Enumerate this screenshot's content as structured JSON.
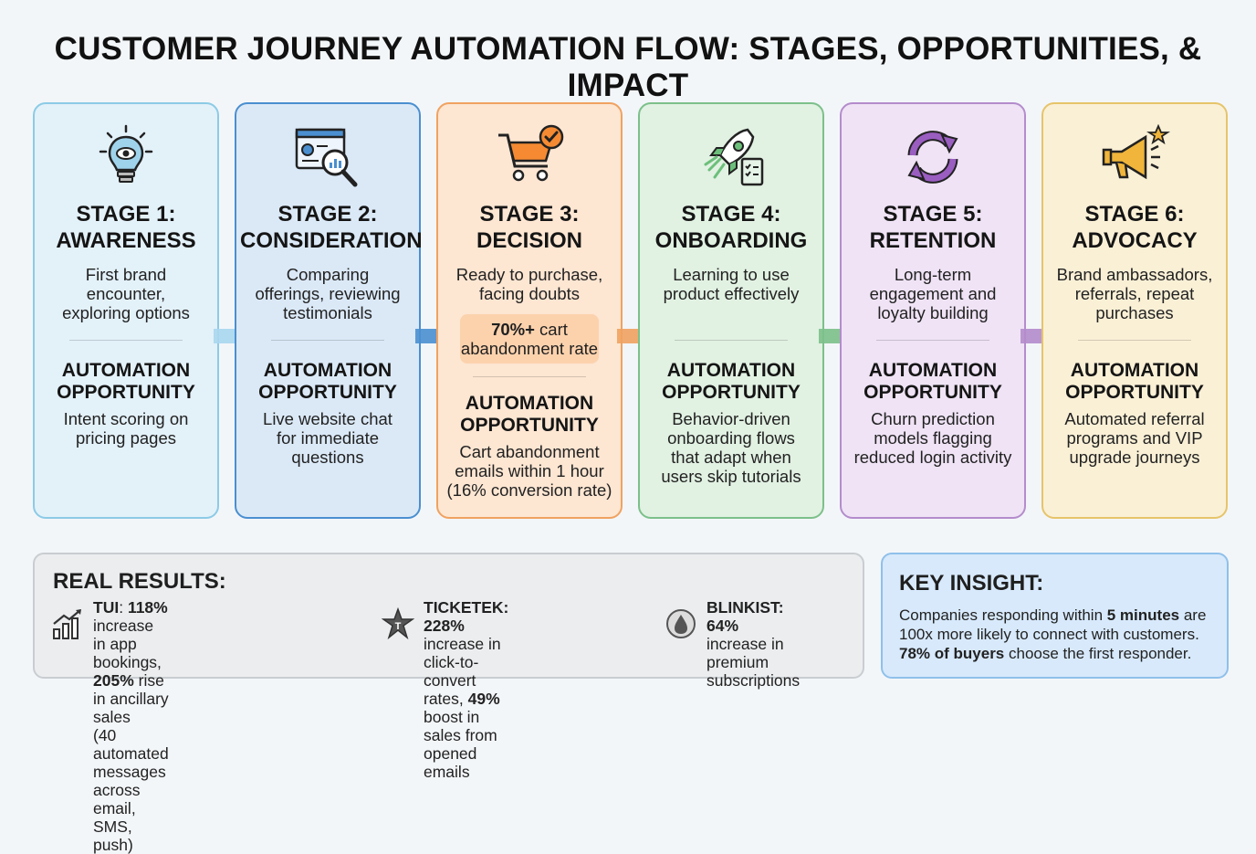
{
  "title": "CUSTOMER JOURNEY AUTOMATION FLOW: STAGES, OPPORTUNITIES, & IMPACT",
  "automation_heading_line1": "AUTOMATION",
  "automation_heading_line2": "OPPORTUNITY",
  "stages": [
    {
      "line1": "STAGE 1:",
      "line2": "AWARENESS",
      "desc": [
        "First brand",
        "encounter,",
        "exploring options"
      ],
      "auto": [
        "Intent scoring on",
        "pricing pages"
      ],
      "icon": "lightbulb-eye-icon",
      "color": "#8ccbe6",
      "bg": "#e3f1f9"
    },
    {
      "line1": "STAGE 2:",
      "line2": "CONSIDERATION",
      "desc": [
        "Comparing",
        "offerings, reviewing",
        "testimonials"
      ],
      "auto": [
        "Live website chat",
        "for immediate",
        "questions"
      ],
      "icon": "magnifier-chart-icon",
      "color": "#4a8fd0",
      "bg": "#dbe9f7"
    },
    {
      "line1": "STAGE 3:",
      "line2": "DECISION",
      "desc": [
        "Ready to purchase,",
        "facing doubts"
      ],
      "stat_bold": "70%+",
      "stat_rest": " cart",
      "stat_line2": "abandonment rate",
      "auto": [
        "Cart abandonment",
        "emails within 1 hour",
        "(16% conversion rate)"
      ],
      "icon": "shopping-cart-check-icon",
      "color": "#f0a260",
      "bg": "#fde6d2"
    },
    {
      "line1": "STAGE 4:",
      "line2": "ONBOARDING",
      "desc": [
        "Learning to use",
        "product effectively"
      ],
      "auto": [
        "Behavior-driven",
        "onboarding flows",
        "that adapt when",
        "users skip tutorials"
      ],
      "icon": "rocket-checklist-icon",
      "color": "#7cc08a",
      "bg": "#e1f1e2"
    },
    {
      "line1": "STAGE 5:",
      "line2": "RETENTION",
      "desc": [
        "Long-term",
        "engagement and",
        "loyalty building"
      ],
      "auto": [
        "Churn prediction",
        "models flagging",
        "reduced login activity"
      ],
      "icon": "refresh-cycle-icon",
      "color": "#b48ccc",
      "bg": "#efe3f5"
    },
    {
      "line1": "STAGE 6:",
      "line2": "ADVOCACY",
      "desc": [
        "Brand ambassadors,",
        "referrals, repeat",
        "purchases"
      ],
      "auto": [
        "Automated referral",
        "programs and VIP",
        "upgrade journeys"
      ],
      "icon": "megaphone-star-icon",
      "color": "#e6c46a",
      "bg": "#faf0d6"
    }
  ],
  "results": {
    "heading": "REAL RESULTS:",
    "items": [
      {
        "icon": "growth-chart-icon",
        "lines": [
          [
            {
              "b": "TUI"
            },
            {
              "t": ": "
            },
            {
              "b": "118%"
            },
            {
              "t": " increase in app bookings,"
            }
          ],
          [
            {
              "b": "205%"
            },
            {
              "t": " rise in ancillary sales"
            }
          ],
          [
            {
              "t": "(40 automated messages across"
            }
          ],
          [
            {
              "t": "email, SMS, push)"
            }
          ]
        ]
      },
      {
        "icon": "ticketek-star-icon",
        "lines": [
          [
            {
              "b": "TICKETEK: 228%"
            },
            {
              "t": " increase in"
            }
          ],
          [
            {
              "t": "click-to-convert rates, "
            },
            {
              "b": "49%"
            }
          ],
          [
            {
              "t": "boost in sales from opened"
            }
          ],
          [
            {
              "t": "emails"
            }
          ]
        ]
      },
      {
        "icon": "blinkist-drop-icon",
        "lines": [
          [
            {
              "b": "BLINKIST: 64%"
            }
          ],
          [
            {
              "t": "increase in premium"
            }
          ],
          [
            {
              "t": "subscriptions"
            }
          ]
        ]
      }
    ]
  },
  "insight": {
    "heading": "KEY INSIGHT:",
    "lines": [
      [
        {
          "t": "Companies responding within "
        },
        {
          "b": "5 minutes"
        },
        {
          "t": " are"
        }
      ],
      [
        {
          "t": "100x more likely to connect with customers."
        }
      ],
      [
        {
          "b": "78% of buyers"
        },
        {
          "t": " choose the first responder."
        }
      ]
    ]
  }
}
